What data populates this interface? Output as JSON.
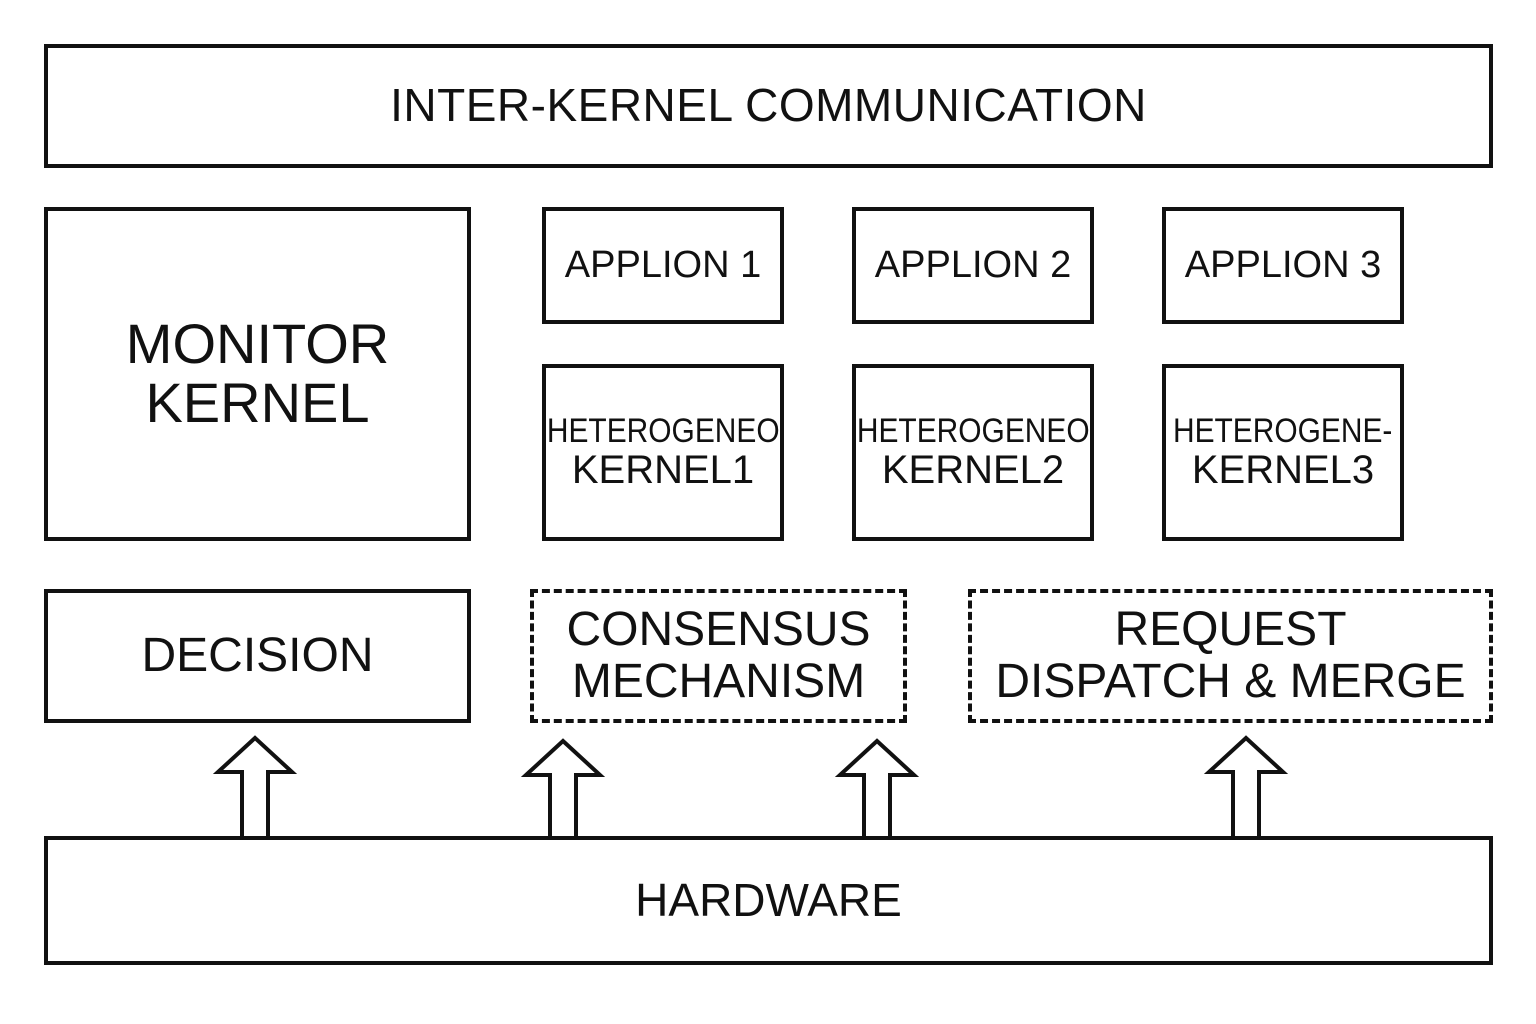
{
  "diagram": {
    "top_bar": {
      "label": "INTER-KERNEL COMMUNICATION"
    },
    "monitor_kernel": {
      "line1": "MONITOR",
      "line2": "KERNEL"
    },
    "applions": [
      {
        "label": "APPLION 1"
      },
      {
        "label": "APPLION 2"
      },
      {
        "label": "APPLION 3"
      }
    ],
    "hetero_kernels": [
      {
        "line1": "HETEROGENEO",
        "line2": "KERNEL1"
      },
      {
        "line1": "HETEROGENEO",
        "line2": "KERNEL2"
      },
      {
        "line1": "HETEROGENE-",
        "line2": "KERNEL3"
      }
    ],
    "decision": {
      "label": "DECISION"
    },
    "consensus": {
      "line1": "CONSENSUS",
      "line2": "MECHANISM",
      "border": "dashed"
    },
    "request_dispatch": {
      "line1": "REQUEST",
      "line2": "DISPATCH & MERGE",
      "border": "dashed"
    },
    "hardware": {
      "label": "HARDWARE"
    },
    "arrows": [
      {
        "from": "hardware",
        "to": "decision",
        "style": "hollow-up"
      },
      {
        "from": "hardware",
        "to": "consensus",
        "style": "hollow-up"
      },
      {
        "from": "hardware",
        "to": "consensus",
        "style": "hollow-up"
      },
      {
        "from": "hardware",
        "to": "request_dispatch",
        "style": "hollow-up"
      }
    ]
  },
  "colors": {
    "stroke": "#111111",
    "background": "#ffffff"
  }
}
